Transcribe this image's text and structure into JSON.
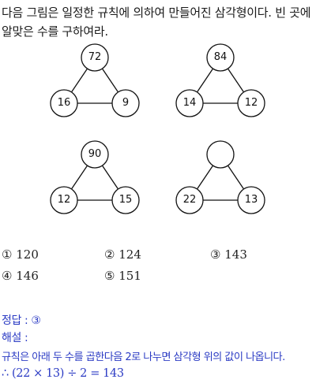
{
  "question": {
    "line1": "다음 그림은 일정한 규칙에 의하여 만들어진 삼각형이다. 빈 곳에",
    "line2": "알맞은 수를 구하여라."
  },
  "triangles": [
    {
      "top": "72",
      "left": "16",
      "right": "9"
    },
    {
      "top": "84",
      "left": "14",
      "right": "12"
    },
    {
      "top": "90",
      "left": "12",
      "right": "15"
    },
    {
      "top": "",
      "left": "22",
      "right": "13"
    }
  ],
  "choices": [
    {
      "marker": "①",
      "value": "120"
    },
    {
      "marker": "②",
      "value": "124"
    },
    {
      "marker": "③",
      "value": "143"
    },
    {
      "marker": "④",
      "value": "146"
    },
    {
      "marker": "⑤",
      "value": "151"
    }
  ],
  "answer": {
    "label": "정답 : ③",
    "explanation_label": "해설 :",
    "explanation": "규칙은 아래 두 수를 곱한다음 2로 나누면 삼각형 위의 값이 나옵니다.",
    "formula": "∴ (22 × 13) ÷ 2 = 143"
  }
}
